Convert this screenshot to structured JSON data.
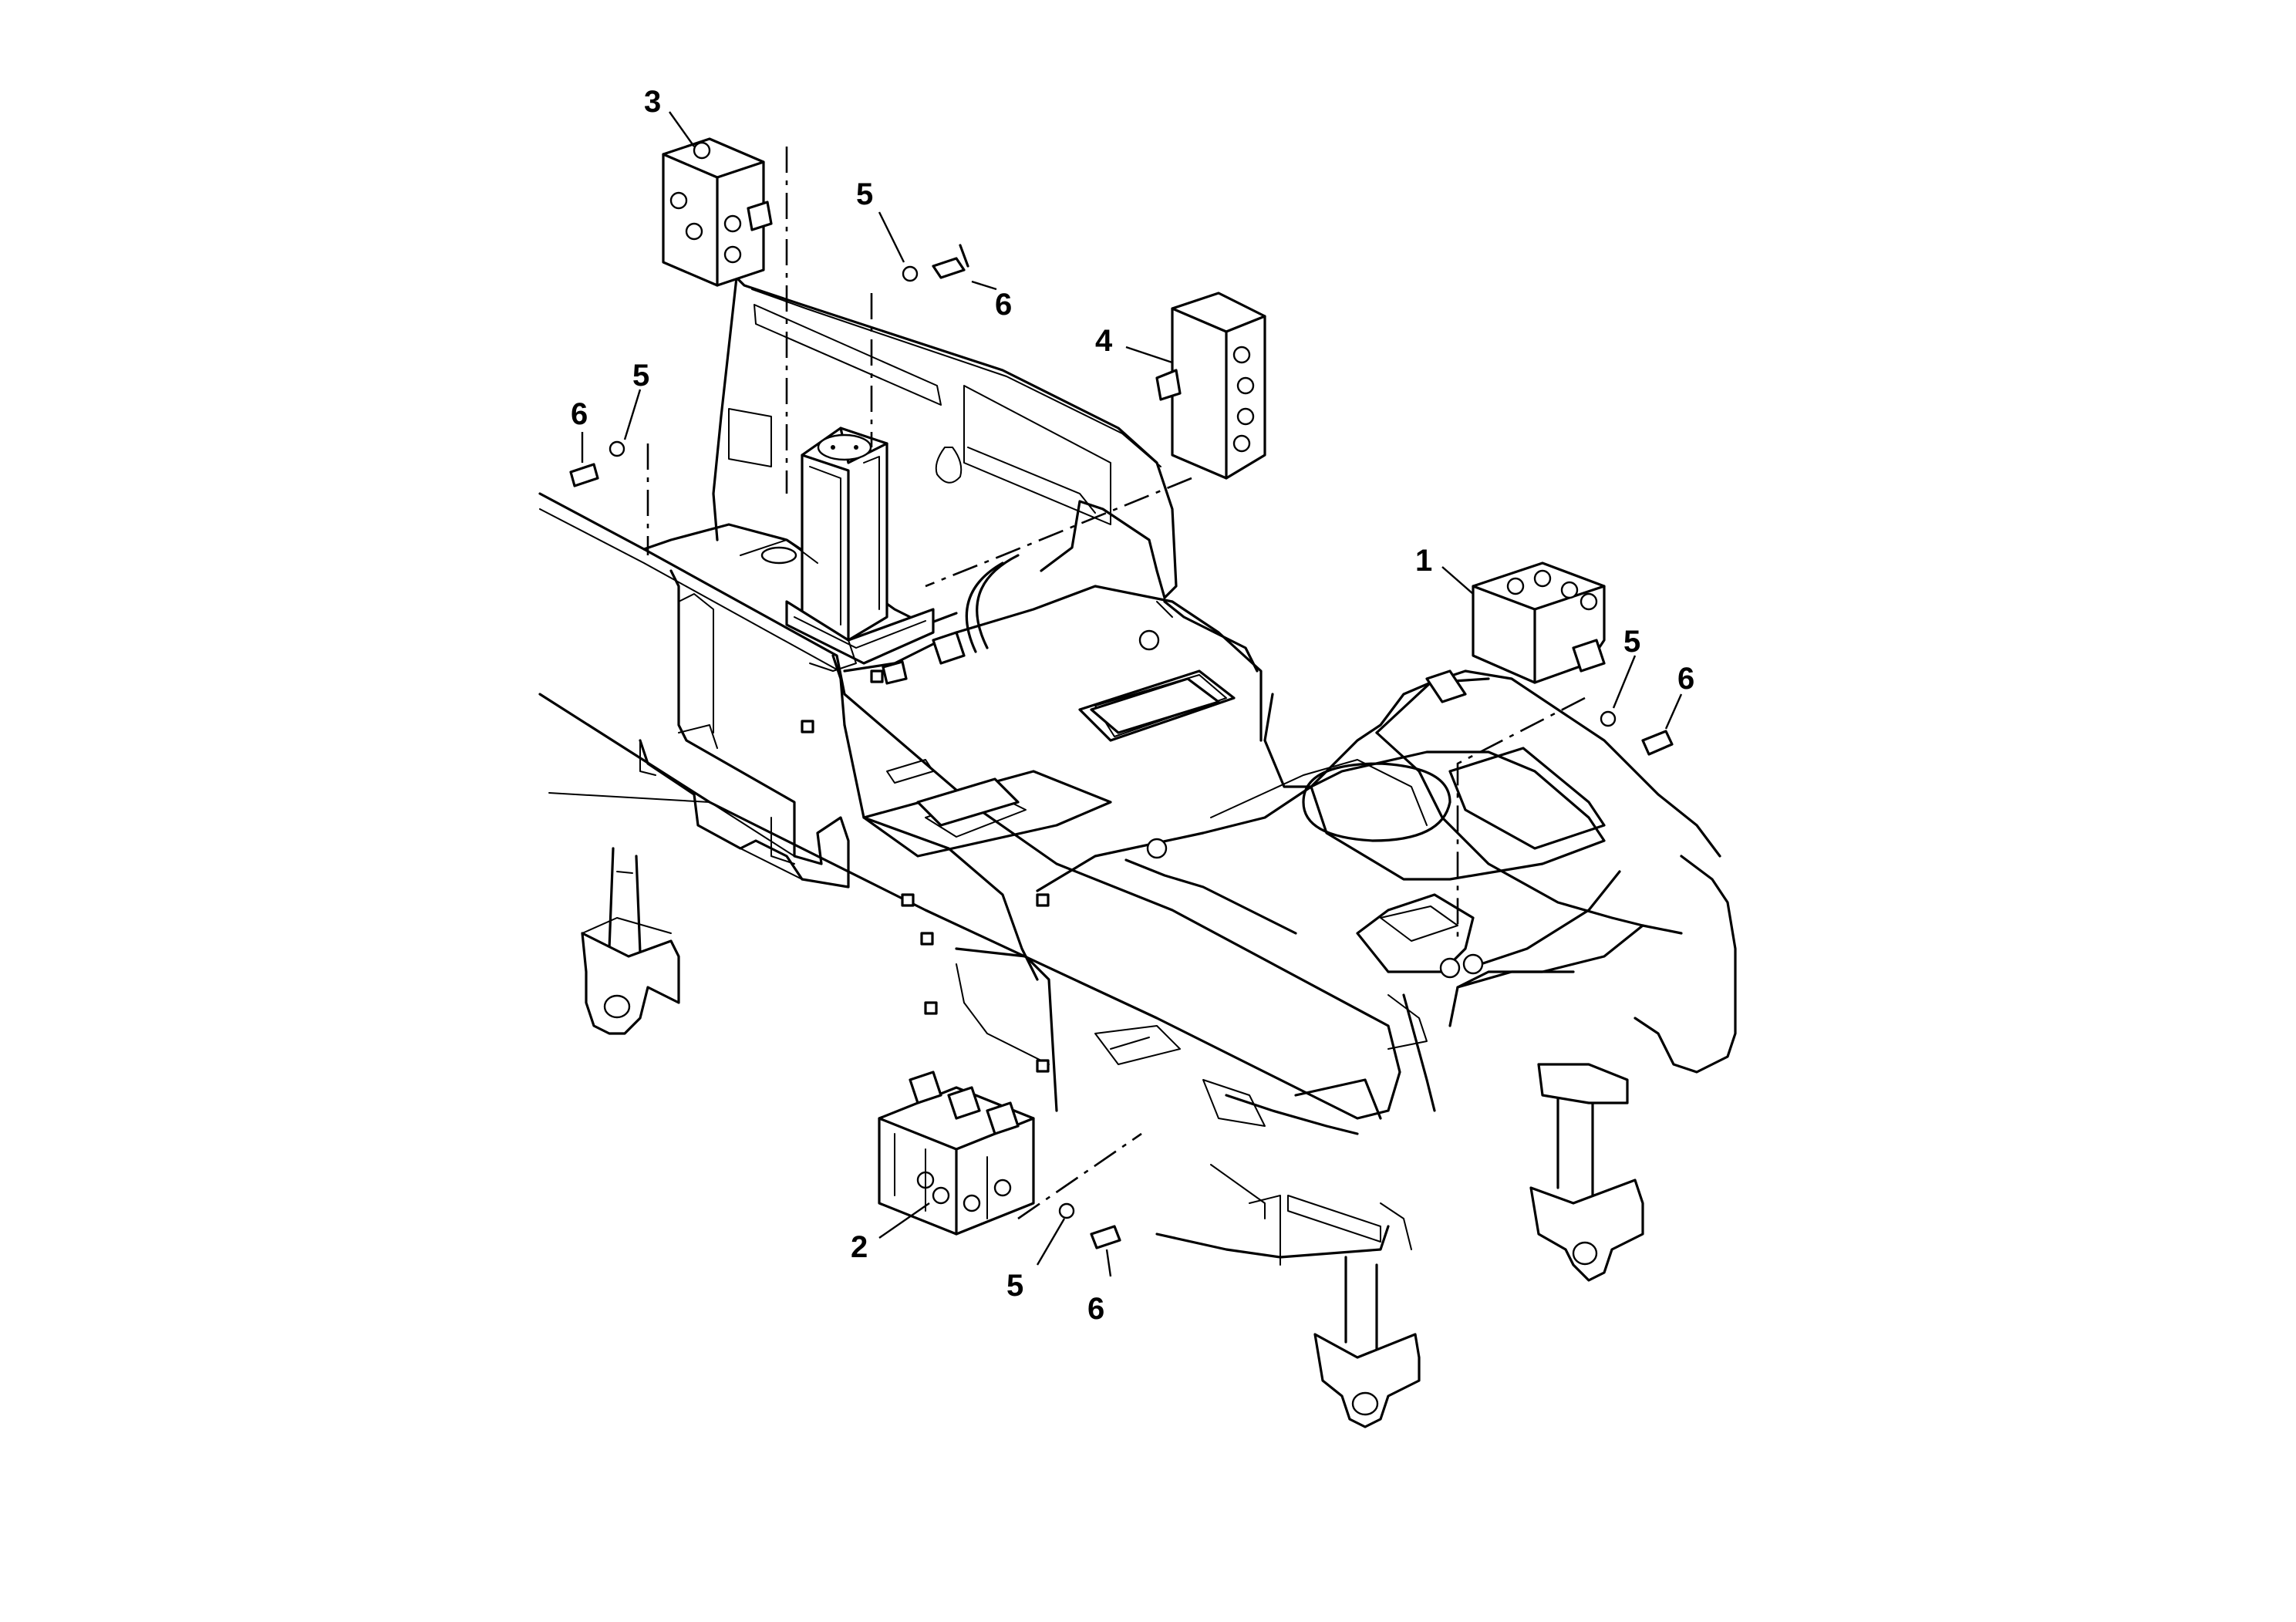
{
  "diagram": {
    "type": "exploded-parts-drawing",
    "callouts": [
      {
        "id": "c1",
        "label": "1"
      },
      {
        "id": "c2",
        "label": "2"
      },
      {
        "id": "c3",
        "label": "3"
      },
      {
        "id": "c4",
        "label": "4"
      },
      {
        "id": "c5a",
        "label": "5"
      },
      {
        "id": "c5b",
        "label": "5"
      },
      {
        "id": "c5c",
        "label": "5"
      },
      {
        "id": "c5d",
        "label": "5"
      },
      {
        "id": "c6a",
        "label": "6"
      },
      {
        "id": "c6b",
        "label": "6"
      },
      {
        "id": "c6c",
        "label": "6"
      },
      {
        "id": "c6d",
        "label": "6"
      }
    ]
  }
}
